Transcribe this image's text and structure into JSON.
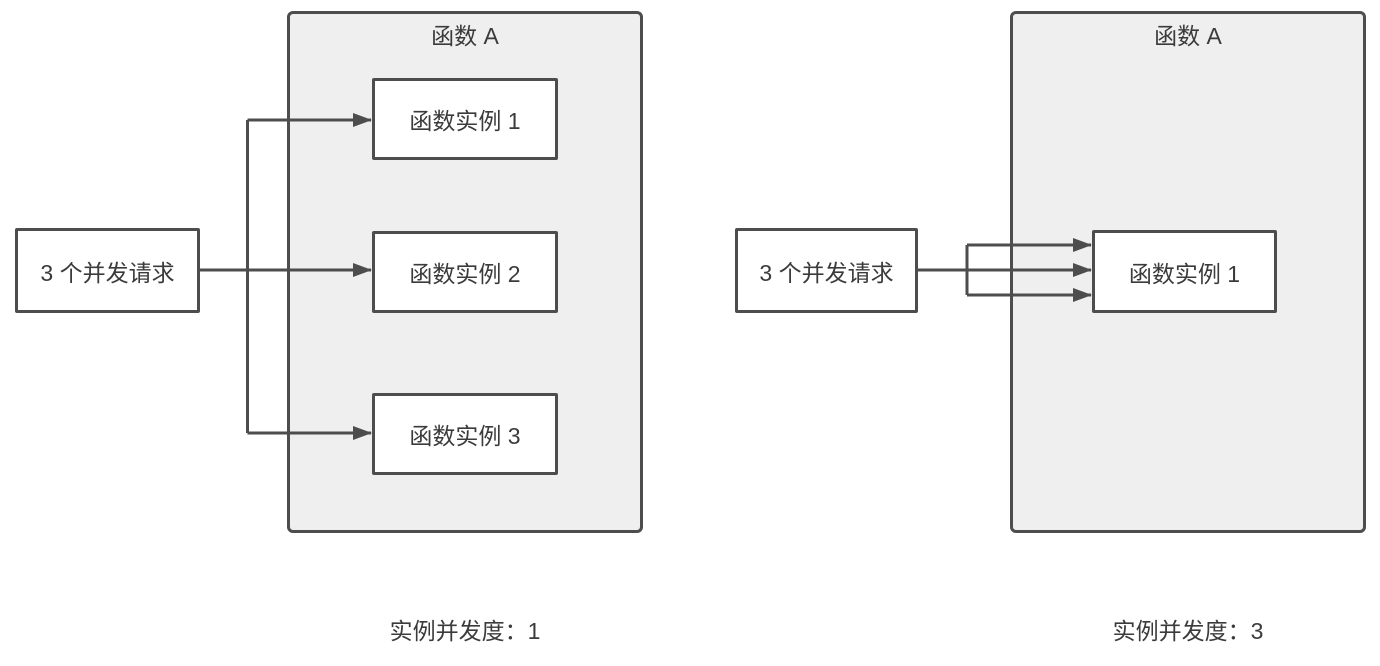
{
  "diagram": {
    "panels": [
      {
        "id": "left",
        "function_title": "函数 A",
        "request_label": "3 个并发请求",
        "instances": [
          "函数实例 1",
          "函数实例 2",
          "函数实例 3"
        ],
        "caption": "实例并发度：1"
      },
      {
        "id": "right",
        "function_title": "函数 A",
        "request_label": "3 个并发请求",
        "instances": [
          "函数实例 1"
        ],
        "caption": "实例并发度：3"
      }
    ],
    "colors": {
      "stroke": "#4d4d4d",
      "container_fill": "#efefef",
      "node_fill": "#ffffff",
      "text": "#3b3b3b",
      "background": "#ffffff"
    }
  }
}
